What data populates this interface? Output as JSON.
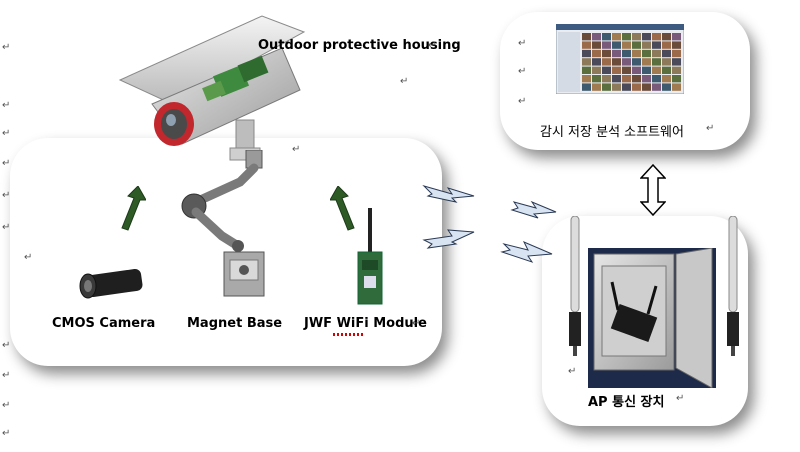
{
  "labels": {
    "housing": "Outdoor protective housing",
    "software": "감시 저장 분석 소프트웨어",
    "cmos": "CMOS Camera",
    "magnet": "Magnet Base",
    "wifi": "JWF WiFi Module",
    "ap": "AP 통신 장치"
  },
  "marks": {
    "return": "↵"
  },
  "colors": {
    "arrow_green": "#2e5a26",
    "lightning": "#d8e4f2",
    "panel_shadow": "#777777"
  }
}
